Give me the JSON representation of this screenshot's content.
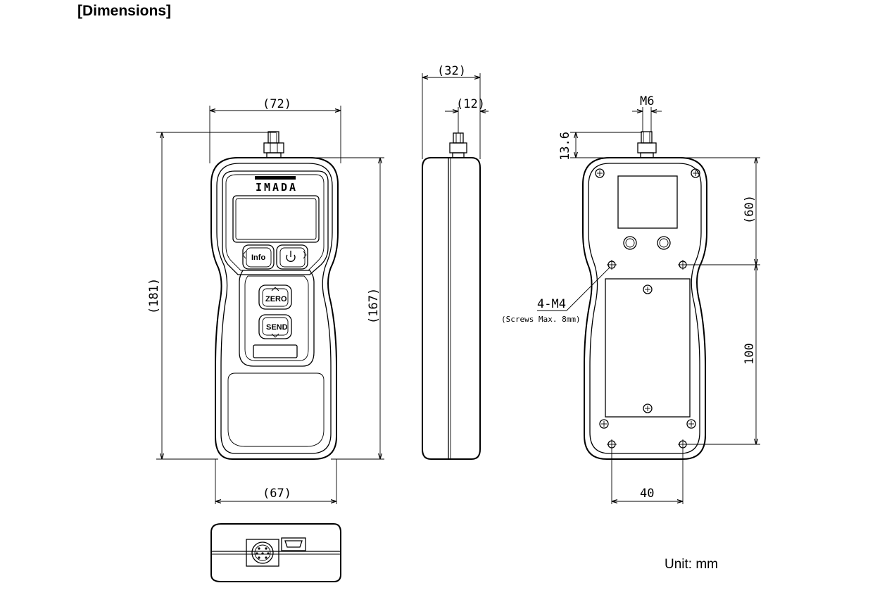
{
  "header": {
    "title": "[Dimensions]"
  },
  "footer": {
    "unit": "Unit: mm"
  },
  "front_view": {
    "brand": "IMADA",
    "buttons": {
      "info": "Info",
      "zero": "ZERO",
      "send": "SEND"
    },
    "dimensions": {
      "width_overall": "(72)",
      "height_overall": "(181)",
      "height_body": "(167)",
      "width_bottom": "(67)"
    }
  },
  "side_view": {
    "dimensions": {
      "depth_overall": "(32)",
      "shaft_offset": "(12)"
    }
  },
  "back_view": {
    "dimensions": {
      "thread": "M6",
      "shaft_height": "13.6",
      "hole_pitch_upper": "(60)",
      "hole_pitch_vertical": "100",
      "hole_pitch_horizontal": "40"
    },
    "callout": {
      "holes": "4-M4",
      "note": "(Screws Max. 8mm)"
    }
  }
}
